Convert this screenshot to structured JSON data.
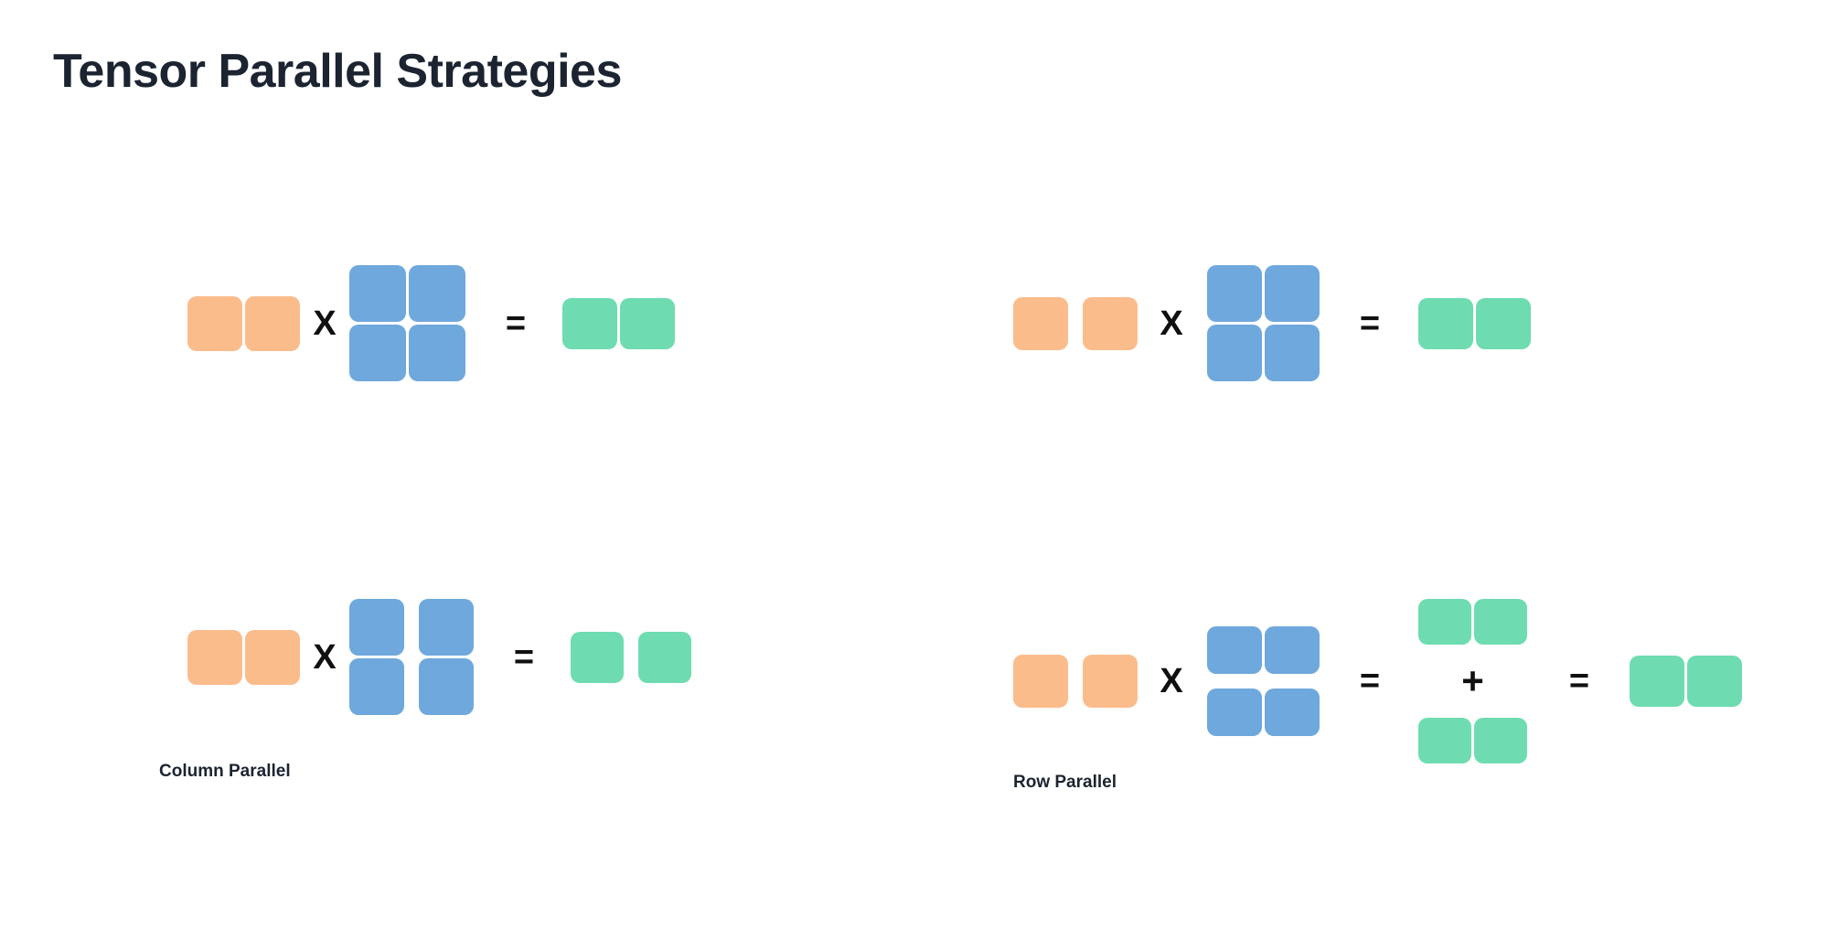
{
  "page": {
    "title": "Tensor Parallel Strategies",
    "background_color": "#ffffff",
    "title_color": "#1b2430"
  },
  "palette": {
    "input_orange": "#fbbc8c",
    "weight_blue": "#6fa8dc",
    "output_green": "#6edcb0",
    "operator_black": "#101010"
  },
  "operators": {
    "multiply": "X",
    "equals": "=",
    "plus": "+"
  },
  "diagrams": [
    {
      "id": "top-left",
      "caption": "",
      "input": {
        "color_name": "input_orange",
        "rows": 1,
        "cols": 2,
        "split": "none"
      },
      "weight": {
        "color_name": "weight_blue",
        "rows": 2,
        "cols": 2,
        "split": "none"
      },
      "output": {
        "color_name": "output_green",
        "rows": 1,
        "cols": 2,
        "split": "none"
      },
      "has_partial_sum": false
    },
    {
      "id": "bottom-left",
      "caption": "Column Parallel",
      "input": {
        "color_name": "input_orange",
        "rows": 1,
        "cols": 2,
        "split": "none"
      },
      "weight": {
        "color_name": "weight_blue",
        "rows": 2,
        "cols": 2,
        "split": "columns"
      },
      "output": {
        "color_name": "output_green",
        "rows": 1,
        "cols": 2,
        "split": "columns"
      },
      "has_partial_sum": false
    },
    {
      "id": "top-right",
      "caption": "",
      "input": {
        "color_name": "input_orange",
        "rows": 1,
        "cols": 2,
        "split": "columns"
      },
      "weight": {
        "color_name": "weight_blue",
        "rows": 2,
        "cols": 2,
        "split": "none"
      },
      "output": {
        "color_name": "output_green",
        "rows": 1,
        "cols": 2,
        "split": "none"
      },
      "has_partial_sum": false
    },
    {
      "id": "bottom-right",
      "caption": "Row Parallel",
      "input": {
        "color_name": "input_orange",
        "rows": 1,
        "cols": 2,
        "split": "columns"
      },
      "weight": {
        "color_name": "weight_blue",
        "rows": 2,
        "cols": 2,
        "split": "rows"
      },
      "partial_sums": [
        {
          "color_name": "output_green",
          "rows": 1,
          "cols": 2
        },
        {
          "color_name": "output_green",
          "rows": 1,
          "cols": 2
        }
      ],
      "output": {
        "color_name": "output_green",
        "rows": 1,
        "cols": 2,
        "split": "none"
      },
      "has_partial_sum": true
    }
  ],
  "captions": {
    "column_parallel": "Column Parallel",
    "row_parallel": "Row Parallel"
  }
}
